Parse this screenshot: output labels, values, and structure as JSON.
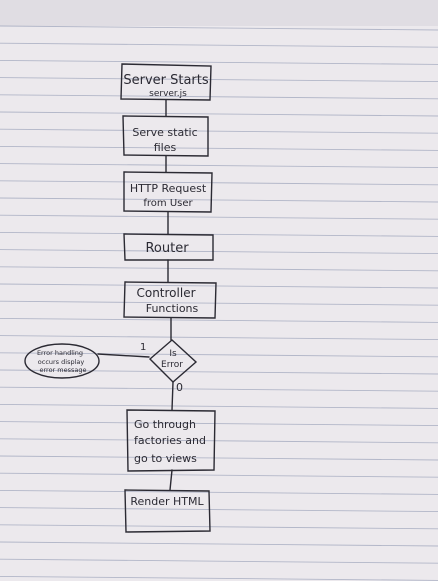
{
  "diagram": {
    "nodes": [
      {
        "id": "server",
        "shape": "rect",
        "lines": [
          "Server Starts",
          "server.js"
        ]
      },
      {
        "id": "static",
        "shape": "rect",
        "lines": [
          "Serve static",
          "files"
        ]
      },
      {
        "id": "http",
        "shape": "rect",
        "lines": [
          "HTTP Request",
          "from User"
        ]
      },
      {
        "id": "router",
        "shape": "rect",
        "lines": [
          "Router"
        ]
      },
      {
        "id": "controller",
        "shape": "rect",
        "lines": [
          "Controller",
          "Functions"
        ]
      },
      {
        "id": "is_error",
        "shape": "diamond",
        "lines": [
          "Is",
          "Error"
        ]
      },
      {
        "id": "error_handling",
        "shape": "ellipse",
        "lines": [
          "Error handling",
          "occurs display",
          "error message"
        ]
      },
      {
        "id": "go_through",
        "shape": "rect",
        "lines": [
          "Go through",
          "factories and",
          "go to views"
        ]
      },
      {
        "id": "render",
        "shape": "rect",
        "lines": [
          "Render HTML"
        ]
      }
    ],
    "edge_labels": {
      "yes": "1",
      "no": "0"
    }
  },
  "colors": {
    "ink": "#2b2a33",
    "paper": "#e9e6ea",
    "rule": "#9fa6bc"
  }
}
